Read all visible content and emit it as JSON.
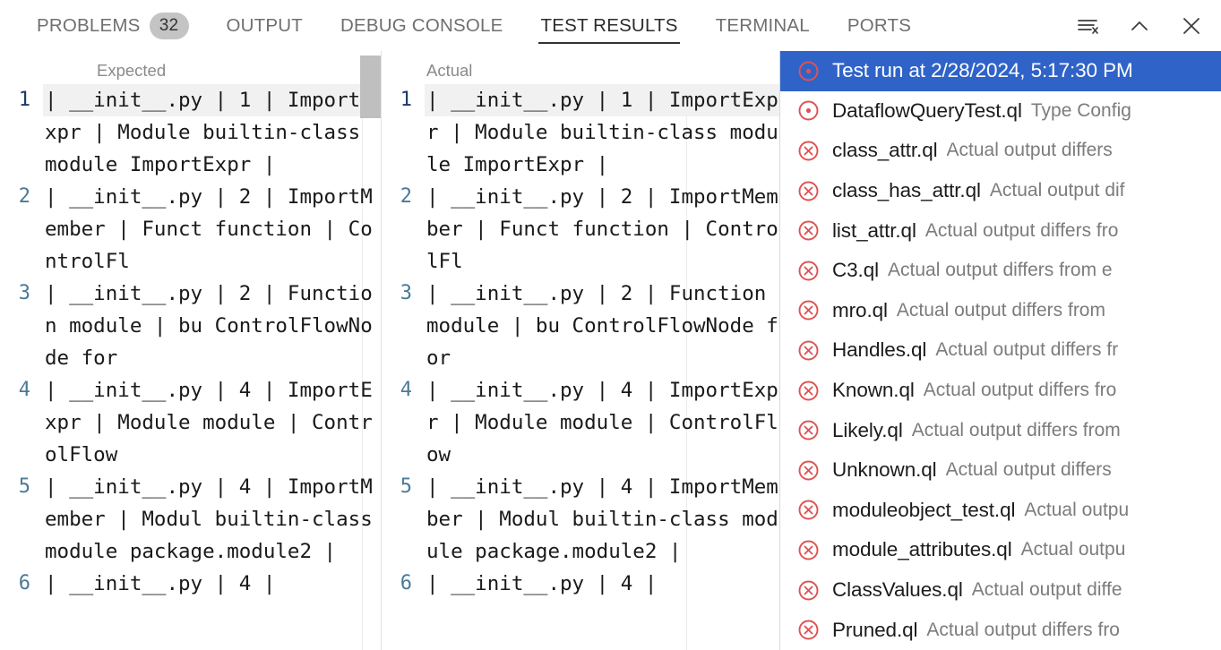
{
  "panel": {
    "tabs": [
      {
        "id": "problems",
        "label": "PROBLEMS",
        "badge": "32",
        "active": false
      },
      {
        "id": "output",
        "label": "OUTPUT",
        "badge": null,
        "active": false
      },
      {
        "id": "debug-console",
        "label": "DEBUG CONSOLE",
        "badge": null,
        "active": false
      },
      {
        "id": "test-results",
        "label": "TEST RESULTS",
        "badge": null,
        "active": true
      },
      {
        "id": "terminal",
        "label": "TERMINAL",
        "badge": null,
        "active": false
      },
      {
        "id": "ports",
        "label": "PORTS",
        "badge": null,
        "active": false
      }
    ],
    "actions": [
      {
        "id": "clear-all",
        "icon": "clear-all-icon"
      },
      {
        "id": "collapse",
        "icon": "chevron-up-icon"
      },
      {
        "id": "close",
        "icon": "close-icon"
      }
    ]
  },
  "diff": {
    "expected": {
      "title": "Expected",
      "lines": [
        {
          "num": "1",
          "text": "| __init__.py | 1 | ImportExpr | Module builtin-class module ImportExpr |"
        },
        {
          "num": "2",
          "text": "| __init__.py | 2 | ImportMember | Funct function | ControlFl"
        },
        {
          "num": "3",
          "text": "| __init__.py | 2 | Function module | bu ControlFlowNode for"
        },
        {
          "num": "4",
          "text": "| __init__.py | 4 | ImportExpr | Module module | ControlFlow"
        },
        {
          "num": "5",
          "text": "| __init__.py | 4 | ImportMember | Modul builtin-class module package.module2 |"
        },
        {
          "num": "6",
          "text": "| __init__.py | 4 |"
        }
      ]
    },
    "actual": {
      "title": "Actual",
      "lines": [
        {
          "num": "1",
          "text": "| __init__.py | 1 | ImportExpr | Module builtin-class module ImportExpr |"
        },
        {
          "num": "2",
          "text": "| __init__.py | 2 | ImportMember | Funct function | ControlFl"
        },
        {
          "num": "3",
          "text": "| __init__.py | 2 | Function module | bu ControlFlowNode for"
        },
        {
          "num": "4",
          "text": "| __init__.py | 4 | ImportExpr | Module module | ControlFlow"
        },
        {
          "num": "5",
          "text": "| __init__.py | 4 | ImportMember | Modul builtin-class module package.module2 |"
        },
        {
          "num": "6",
          "text": "| __init__.py | 4 |"
        }
      ]
    }
  },
  "results": {
    "items": [
      {
        "icon": "test-run-icon",
        "label": "Test run at 2/28/2024, 5:17:30 PM",
        "desc": "",
        "selected": true
      },
      {
        "icon": "test-run-icon",
        "label": "DataflowQueryTest.ql",
        "desc": "Type Config",
        "selected": false
      },
      {
        "icon": "error-icon",
        "label": "class_attr.ql",
        "desc": "Actual output differs",
        "selected": false
      },
      {
        "icon": "error-icon",
        "label": "class_has_attr.ql",
        "desc": "Actual output dif",
        "selected": false
      },
      {
        "icon": "error-icon",
        "label": "list_attr.ql",
        "desc": "Actual output differs fro",
        "selected": false
      },
      {
        "icon": "error-icon",
        "label": "C3.ql",
        "desc": "Actual output differs from e",
        "selected": false
      },
      {
        "icon": "error-icon",
        "label": "mro.ql",
        "desc": "Actual output differs from ",
        "selected": false
      },
      {
        "icon": "error-icon",
        "label": "Handles.ql",
        "desc": "Actual output differs fr",
        "selected": false
      },
      {
        "icon": "error-icon",
        "label": "Known.ql",
        "desc": "Actual output differs fro",
        "selected": false
      },
      {
        "icon": "error-icon",
        "label": "Likely.ql",
        "desc": "Actual output differs from",
        "selected": false
      },
      {
        "icon": "error-icon",
        "label": "Unknown.ql",
        "desc": "Actual output differs ",
        "selected": false
      },
      {
        "icon": "error-icon",
        "label": "moduleobject_test.ql",
        "desc": "Actual outpu",
        "selected": false
      },
      {
        "icon": "error-icon",
        "label": "module_attributes.ql",
        "desc": "Actual outpu",
        "selected": false
      },
      {
        "icon": "error-icon",
        "label": "ClassValues.ql",
        "desc": "Actual output diffe",
        "selected": false
      },
      {
        "icon": "error-icon",
        "label": "Pruned.ql",
        "desc": "Actual output differs fro",
        "selected": false
      }
    ]
  },
  "colors": {
    "selection_blue": "#2f63c8",
    "error_red": "#e05252",
    "badge_gray": "#c4c4c4",
    "line_number": "#4b7a96",
    "line_number_active": "#1b3a6b"
  }
}
